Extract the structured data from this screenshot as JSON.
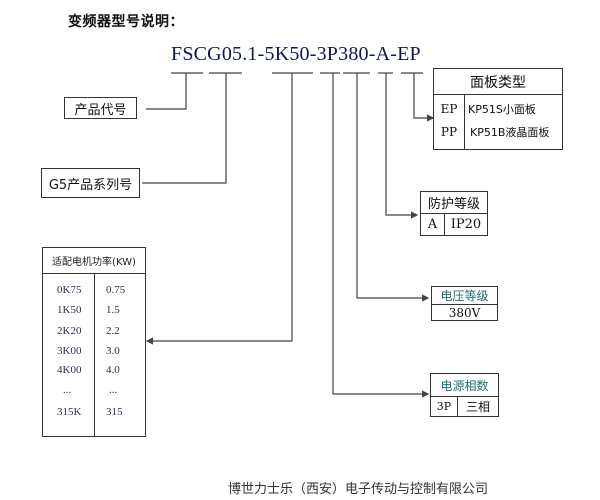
{
  "title": "变频器型号说明：",
  "model_code": "FSCG05.1-5K50-3P380-A-EP",
  "product_code": {
    "label": "产品代号"
  },
  "series": {
    "label": "G5产品系列号"
  },
  "motor_power": {
    "header": "适配电机功率(KW)",
    "rows": [
      {
        "code": "0K75",
        "value": "0.75"
      },
      {
        "code": "1K50",
        "value": "1.5"
      },
      {
        "code": "2K20",
        "value": "2.2"
      },
      {
        "code": "3K00",
        "value": "3.0"
      },
      {
        "code": "4K00",
        "value": "4.0"
      },
      {
        "code": "...",
        "value": "..."
      },
      {
        "code": "315K",
        "value": "315"
      }
    ]
  },
  "panel_type": {
    "header": "面板类型",
    "rows": [
      {
        "code": "EP",
        "desc": "KP51S小面板"
      },
      {
        "code": "PP",
        "desc": "KP51B液晶面板"
      }
    ]
  },
  "protection": {
    "header": "防护等级",
    "code": "A",
    "value": "IP20"
  },
  "voltage": {
    "header": "电压等级",
    "value": "380V"
  },
  "phases": {
    "header": "电源相数",
    "code": "3P",
    "value": "三相"
  },
  "footer": "博世力士乐（西安）电子传动与控制有限公司",
  "colors": {
    "model_text": "#0d1850",
    "line": "#444444",
    "border": "#333333"
  }
}
